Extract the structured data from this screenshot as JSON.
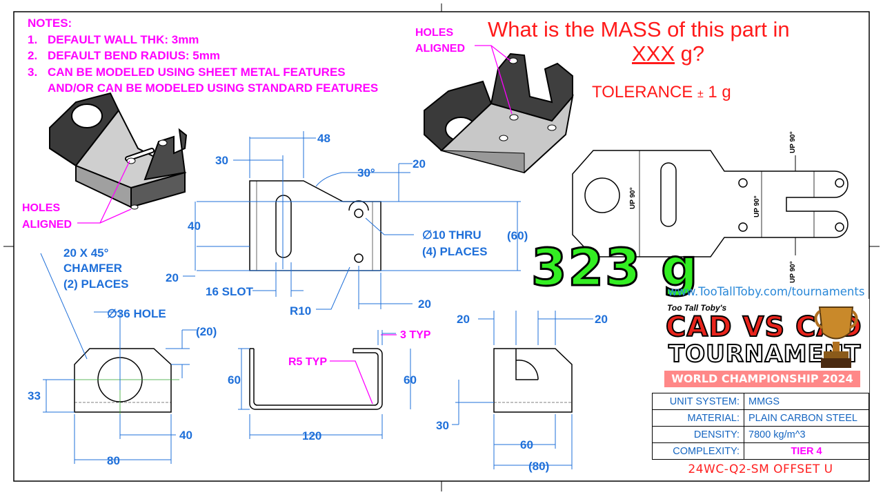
{
  "notes": {
    "header": "NOTES:",
    "items": [
      {
        "num": "1.",
        "text": "DEFAULT WALL THK: 3mm"
      },
      {
        "num": "2.",
        "text": "DEFAULT BEND RADIUS: 5mm"
      },
      {
        "num": "3.",
        "text": "CAN BE MODELED USING SHEET METAL FEATURES"
      },
      {
        "num": "",
        "text": "AND/OR CAN BE MODELED USING STANDARD FEATURES"
      }
    ]
  },
  "question": {
    "line1": "What is the MASS of this part in",
    "xxx": "XXX",
    "unit": "g?",
    "tolerance_label": "TOLERANCE",
    "tolerance_pm": "±",
    "tolerance_value": "1 g"
  },
  "answer": "323 g",
  "website": "www.TooTallToby.com/tournaments",
  "logo": {
    "top": "Too Tall Toby's",
    "line1": "CAD VS CAD",
    "line2": "TOURNAMENT",
    "line3": "WORLD CHAMPIONSHIP 2024"
  },
  "title_block": [
    {
      "key": "UNIT SYSTEM:",
      "value": "MMGS"
    },
    {
      "key": "MATERIAL:",
      "value": "PLAIN CARBON STEEL"
    },
    {
      "key": "DENSITY:",
      "value": "7800 kg/m^3"
    },
    {
      "key": "COMPLEXITY:",
      "value": "TIER 4"
    }
  ],
  "part_number": "24WC-Q2-SM OFFSET U",
  "callouts": {
    "holes_aligned": "HOLES",
    "holes_aligned2": "ALIGNED",
    "chamfer1": "20 X 45°",
    "chamfer2": "CHAMFER",
    "chamfer3": "(2) PLACES",
    "hole36": "∅36 HOLE",
    "thru1": "∅10 THRU",
    "thru2": "(4) PLACES",
    "r5": "R5 TYP",
    "typ3": "3 TYP",
    "slot": "16 SLOT",
    "r10": "R10",
    "angle": "30°",
    "up90": "UP 90°"
  },
  "dims": {
    "d48": "48",
    "d30": "30",
    "d20a": "20",
    "d40": "40",
    "d60p": "(60)",
    "d20b": "20",
    "d20c": "20",
    "d20p": "(20)",
    "d33": "33",
    "d40b": "40",
    "d80": "80",
    "d60a": "60",
    "d60b": "60",
    "d120": "120",
    "d20d": "20",
    "d20e": "20",
    "d30b": "30",
    "d60c": "60",
    "d80p": "(80)"
  },
  "colors": {
    "dim": "#1e6fd9",
    "callout": "#ff00ff",
    "red": "#ff1a1a",
    "answer": "#33ee22"
  }
}
